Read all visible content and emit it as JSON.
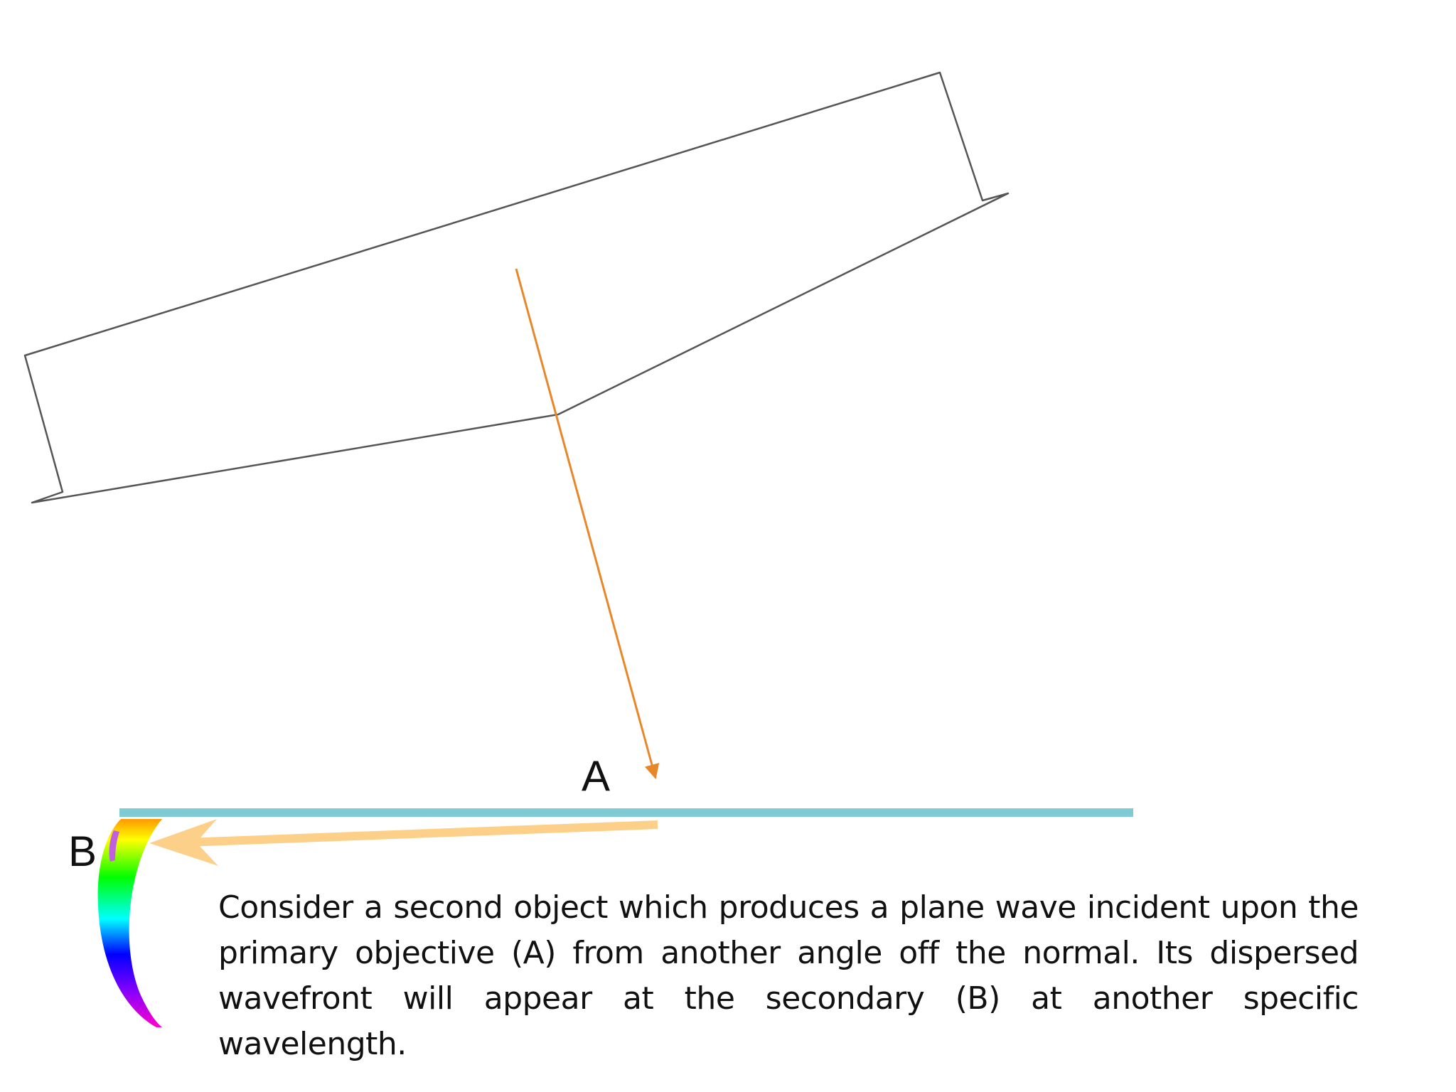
{
  "labels": {
    "a": "A",
    "b": "B"
  },
  "caption": "Consider a second object which produces a plane wave incident upon the primary objective (A) from another angle off the normal. Its dispersed wavefront will appear at the secondary (B) at another specific wavelength.",
  "colors": {
    "outline": "#555555",
    "incident_ray": "#e8872a",
    "dispersed_ray": "#fdd08a",
    "primary_objective": "#7fcbd3",
    "spectrum": [
      "#ff00cc",
      "#8000ff",
      "#0000ff",
      "#00ffff",
      "#00ff00",
      "#ffff00",
      "#ff9900"
    ]
  }
}
